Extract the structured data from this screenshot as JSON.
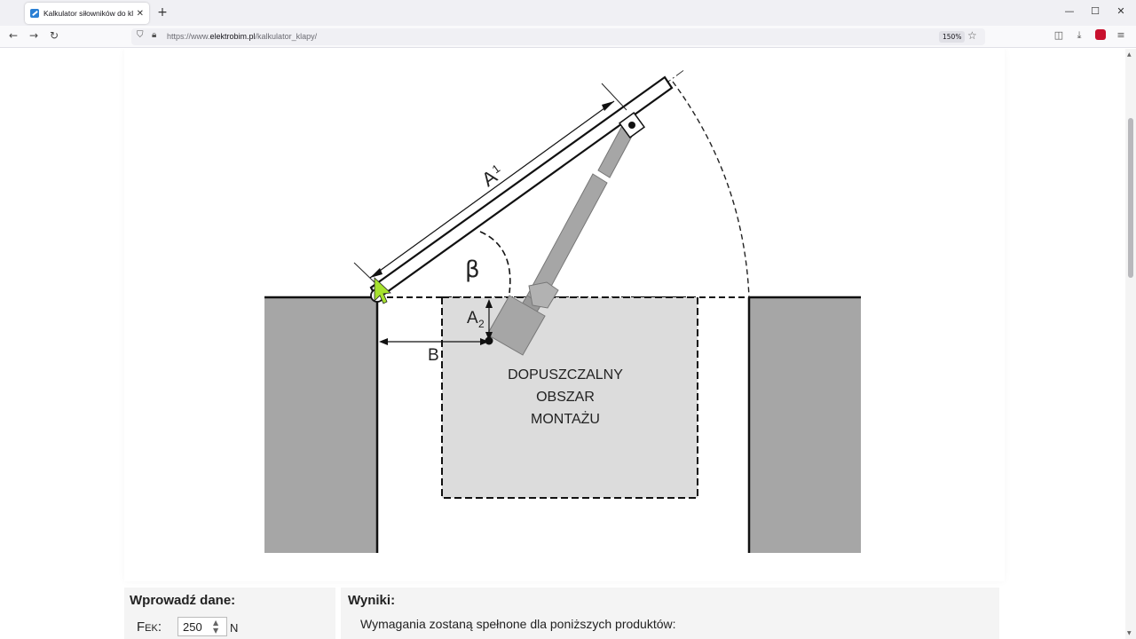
{
  "browser": {
    "tab_title": "Kalkulator siłowników do klap E",
    "url_prefix": "https://www.",
    "url_domain": "elektrobim.pl",
    "url_path": "/kalkulator_klapy/",
    "zoom": "150%"
  },
  "diagram": {
    "label_a1": "A",
    "label_a1_sub": "1",
    "label_beta": "β",
    "label_a2": "A",
    "label_a2_sub": "2",
    "label_b": "B",
    "area_line1": "DOPUSZCZALNY",
    "area_line2": "OBSZAR",
    "area_line3": "MONTAŻU"
  },
  "inputs": {
    "heading": "Wprowadź dane:",
    "fek_label": "F",
    "fek_sub": "EK",
    "fek_colon": ":",
    "fek_value": "250",
    "fek_unit": "N"
  },
  "results": {
    "heading": "Wyniki:",
    "text": "Wymagania zostaną spełnone dla poniższych produktów:"
  }
}
